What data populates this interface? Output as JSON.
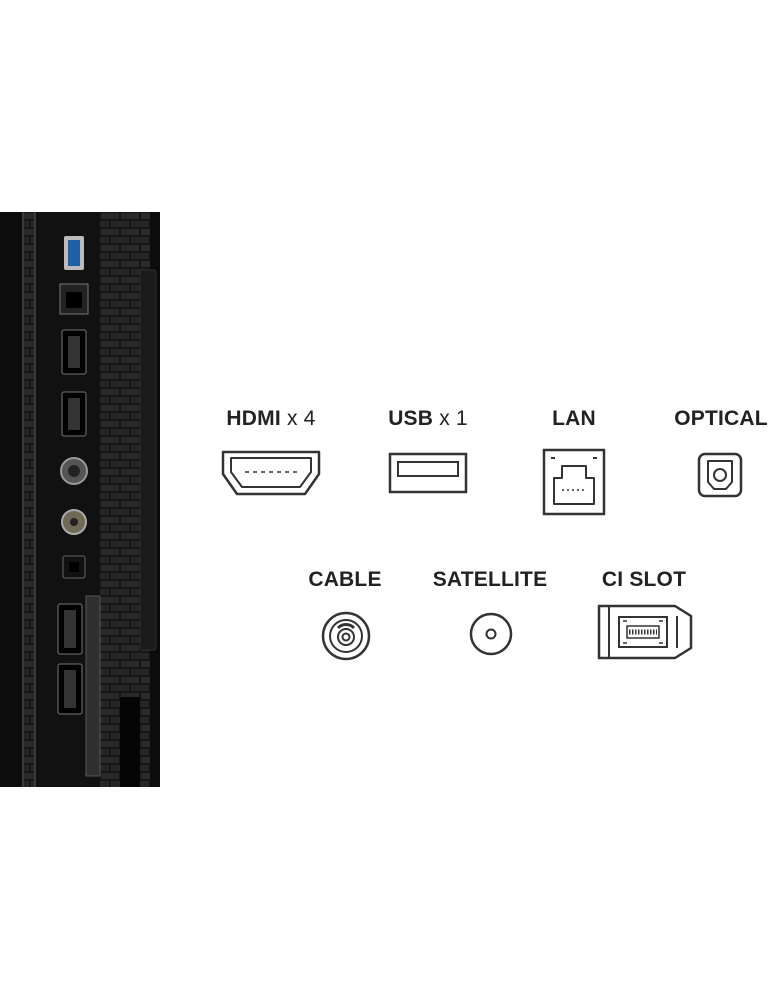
{
  "ports": [
    {
      "id": "hdmi",
      "name": "HDMI",
      "multiplier": "x 4",
      "icon": "hdmi-icon"
    },
    {
      "id": "usb",
      "name": "USB",
      "multiplier": "x 1",
      "icon": "usb-icon"
    },
    {
      "id": "lan",
      "name": "LAN",
      "multiplier": "",
      "icon": "lan-icon"
    },
    {
      "id": "optical",
      "name": "OPTICAL",
      "multiplier": "",
      "icon": "optical-icon"
    },
    {
      "id": "cable",
      "name": "CABLE",
      "multiplier": "",
      "icon": "coax-cable-icon"
    },
    {
      "id": "satellite",
      "name": "SATELLITE",
      "multiplier": "",
      "icon": "satellite-connector-icon"
    },
    {
      "id": "ci",
      "name": "CI SLOT",
      "multiplier": "",
      "icon": "ci-slot-icon"
    }
  ]
}
